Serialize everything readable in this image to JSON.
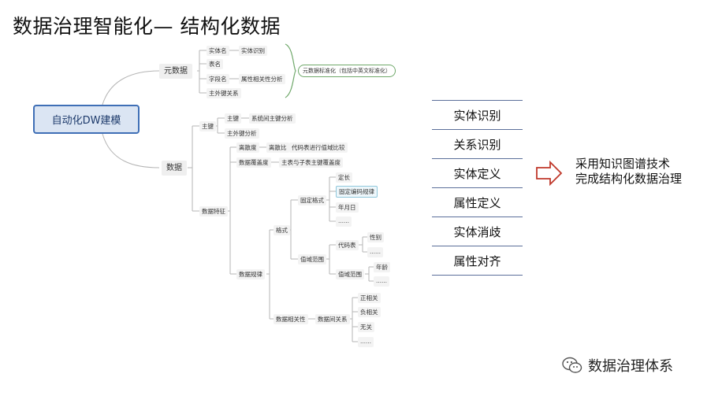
{
  "title": "数据治理智能化— 结构化数据",
  "root": "自动化DW建模",
  "metadata_branch": {
    "label": "元数据",
    "entity_name": "实体名",
    "entity_recognition": "实体识别",
    "table_name": "表名",
    "field_name": "字段名",
    "attribute_analysis": "属性相关性分析",
    "pk_fk": "主外键关系",
    "summary": "元数据标准化（包括中英文标准化）"
  },
  "data_branch": {
    "label": "数据",
    "key": "主键",
    "primary_key": "主键",
    "system_pk_analysis": "系统间主键分析",
    "foreign_key_analysis": "主外键分析",
    "features": "数据特征",
    "discreteness": "离散度",
    "discrete_ratio": "离散比",
    "code_table_compare": "代码表进行值域比较",
    "coverage": "数据覆盖度",
    "master_child_coverage": "主表与子表主键覆盖度",
    "pattern": "数据规律",
    "format": "格式",
    "fixed_format": "固定格式",
    "fixed_length": "定长",
    "fixed_code_rule": "固定编码规律",
    "year_month_day": "年月日",
    "ellipsis": "……",
    "value_range": "值域范围",
    "code_table": "代码表",
    "gender": "性别",
    "value_range_sub": "值域范围",
    "age": "年龄",
    "correlation": "数据相关性",
    "inter_data_relation": "数据间关系",
    "positive": "正相关",
    "negative": "负相关",
    "none": "无关"
  },
  "process_list": [
    "实体识别",
    "关系识别",
    "实体定义",
    "属性定义",
    "实体消歧",
    "属性对齐"
  ],
  "conclusion": {
    "line1": "采用知识图谱技术",
    "line2": "完成结构化数据治理"
  },
  "watermark": "数据治理体系",
  "colors": {
    "root_fill": "#dbe5f3",
    "root_border": "#3f6fb6",
    "arrow": "#c0392b",
    "summary_border": "#6fa86a",
    "list_rule": "#5b6f9a"
  }
}
